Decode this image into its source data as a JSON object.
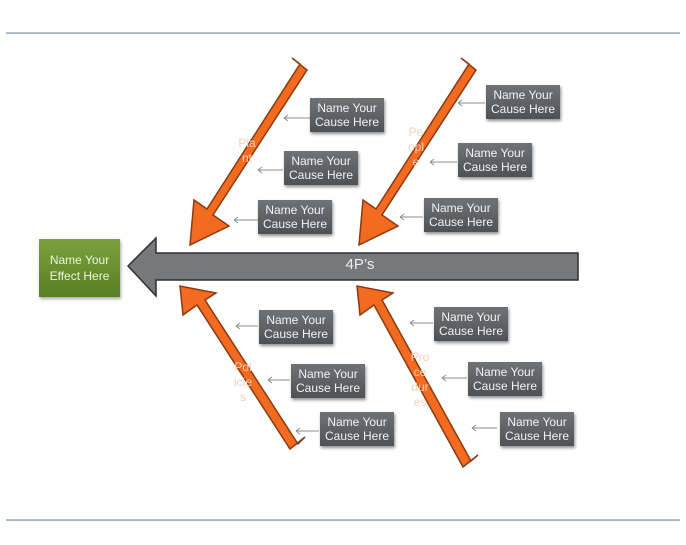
{
  "diagram": {
    "type": "fishbone",
    "effect": {
      "label_line1": "Name Your",
      "label_line2": "Effect Here"
    },
    "spine": {
      "label": "4P’s"
    },
    "categories": [
      {
        "name": "Plant",
        "label_lines": [
          "Pla",
          "nt"
        ]
      },
      {
        "name": "People",
        "label_lines": [
          "Pe",
          "opl",
          "e"
        ]
      },
      {
        "name": "Policies",
        "label_lines": [
          "Pol",
          "icie",
          "s"
        ]
      },
      {
        "name": "Procedures",
        "label_lines": [
          "Pro",
          "ce",
          "dur",
          "es"
        ]
      }
    ],
    "causes": [
      {
        "category": "Plant",
        "line1": "Name Your",
        "line2": "Cause Here"
      },
      {
        "category": "Plant",
        "line1": "Name Your",
        "line2": "Cause Here"
      },
      {
        "category": "Plant",
        "line1": "Name Your",
        "line2": "Cause Here"
      },
      {
        "category": "People",
        "line1": "Name Your",
        "line2": "Cause Here"
      },
      {
        "category": "People",
        "line1": "Name Your",
        "line2": "Cause Here"
      },
      {
        "category": "People",
        "line1": "Name Your",
        "line2": "Cause Here"
      },
      {
        "category": "Policies",
        "line1": "Name Your",
        "line2": "Cause Here"
      },
      {
        "category": "Policies",
        "line1": "Name Your",
        "line2": "Cause Here"
      },
      {
        "category": "Policies",
        "line1": "Name Your",
        "line2": "Cause Here"
      },
      {
        "category": "Procedures",
        "line1": "Name Your",
        "line2": "Cause Here"
      },
      {
        "category": "Procedures",
        "line1": "Name Your",
        "line2": "Cause Here"
      },
      {
        "category": "Procedures",
        "line1": "Name Your",
        "line2": "Cause Here"
      }
    ],
    "colors": {
      "bone_fill": "#f26b21",
      "bone_stroke": "#8a3a10",
      "spine_fill": "#76787c",
      "spine_stroke": "#2e2f31",
      "effect_fill": "#6a9330",
      "cause_fill": "#5b5e62",
      "connector": "#8c8c8c"
    }
  }
}
